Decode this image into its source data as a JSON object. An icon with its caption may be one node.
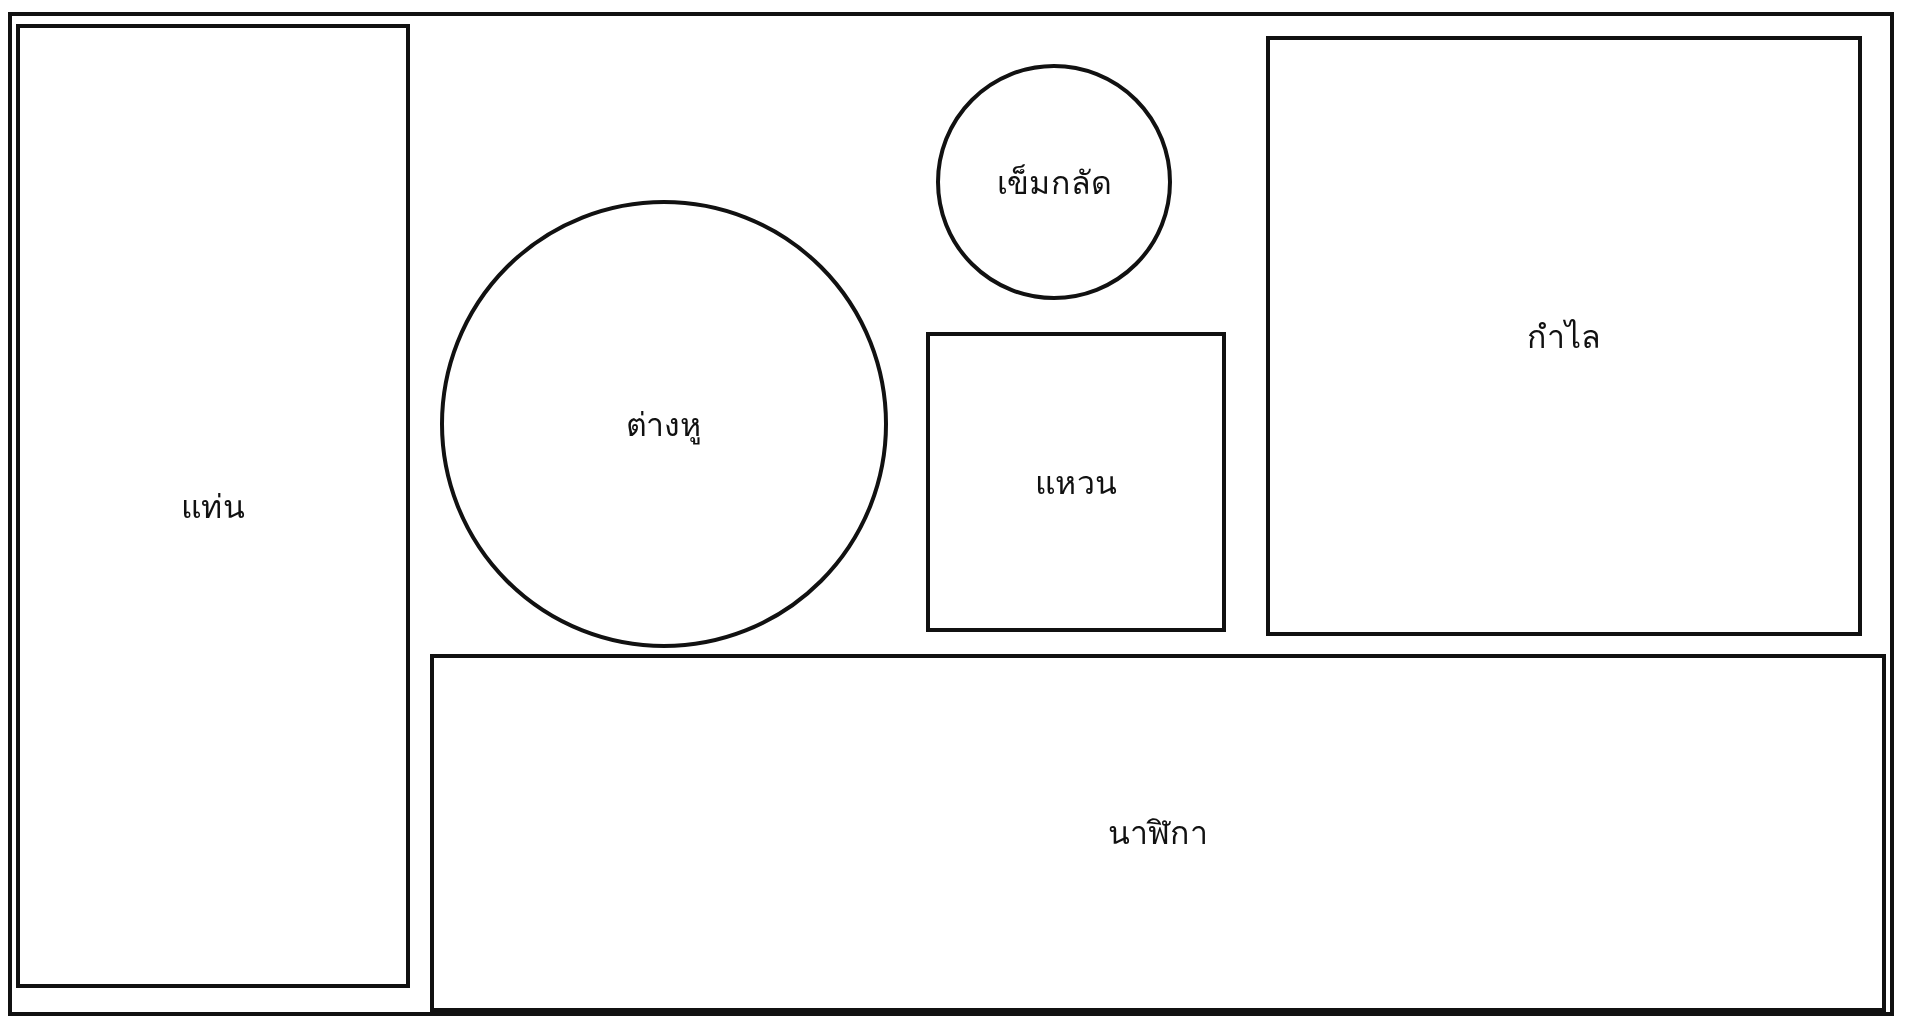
{
  "diagram": {
    "nodes": [
      {
        "text": [],
        "shape": "box"
      },
      {
        "text": [
          "แท่น"
        ],
        "in": 0
      },
      {
        "text": [
          "ต่างหู"
        ],
        "in": 0
      },
      {
        "text": [
          "เข็มกลัด"
        ],
        "in": 0
      },
      {
        "text": [
          "แหวน"
        ],
        "in": 0
      },
      {
        "text": [
          "กำไล"
        ],
        "in": 0
      },
      {
        "text": [
          "นาฬิกา"
        ],
        "in": 0
      }
    ],
    "edges": []
  }
}
